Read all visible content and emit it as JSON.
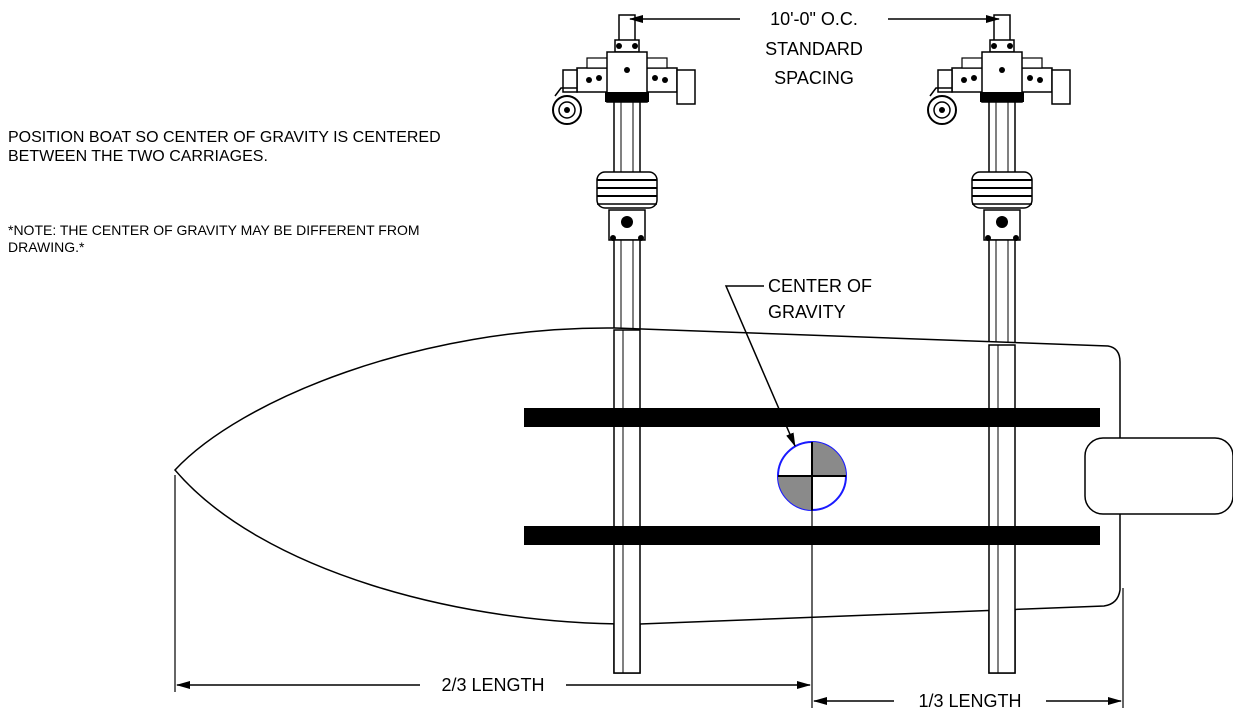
{
  "spacing": {
    "line1": "10'-0\" O.C.",
    "line2": "STANDARD",
    "line3": "SPACING"
  },
  "instruction": {
    "text": "POSITION BOAT SO CENTER OF GRAVITY IS CENTERED BETWEEN THE TWO CARRIAGES.",
    "note": "*NOTE: THE CENTER OF GRAVITY MAY BE DIFFERENT FROM DRAWING.*"
  },
  "cog": {
    "line1": "CENTER OF",
    "line2": "GRAVITY"
  },
  "dimensions": {
    "front": "2/3 LENGTH",
    "rear": "1/3 LENGTH"
  },
  "colors": {
    "cog_circle": "#1a1aff",
    "cog_fill": "#8a8a8a"
  }
}
